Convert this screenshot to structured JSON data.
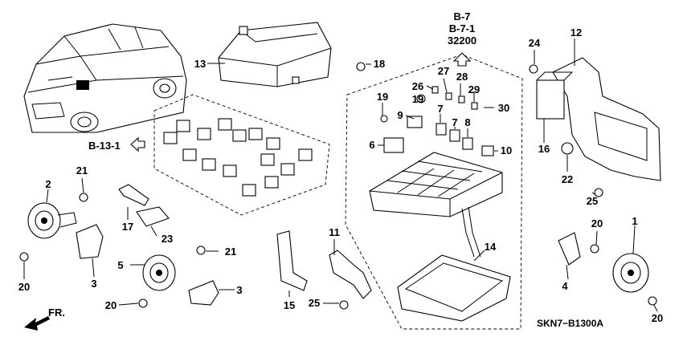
{
  "references": {
    "b7": "B-7",
    "b71": "B-7-1",
    "p32200": "32200",
    "b131": "B-13-1",
    "front": "FR."
  },
  "diagram_code": "SKN7−B1300A",
  "callouts": [
    {
      "id": "c1",
      "text": "1"
    },
    {
      "id": "c2",
      "text": "2"
    },
    {
      "id": "c3a",
      "text": "3"
    },
    {
      "id": "c3b",
      "text": "3"
    },
    {
      "id": "c4",
      "text": "4"
    },
    {
      "id": "c5",
      "text": "5"
    },
    {
      "id": "c6",
      "text": "6"
    },
    {
      "id": "c7a",
      "text": "7"
    },
    {
      "id": "c7b",
      "text": "7"
    },
    {
      "id": "c8",
      "text": "8"
    },
    {
      "id": "c9",
      "text": "9"
    },
    {
      "id": "c10",
      "text": "10"
    },
    {
      "id": "c11",
      "text": "11"
    },
    {
      "id": "c12",
      "text": "12"
    },
    {
      "id": "c13",
      "text": "13"
    },
    {
      "id": "c14",
      "text": "14"
    },
    {
      "id": "c15",
      "text": "15"
    },
    {
      "id": "c16",
      "text": "16"
    },
    {
      "id": "c17",
      "text": "17"
    },
    {
      "id": "c18",
      "text": "18"
    },
    {
      "id": "c19a",
      "text": "19"
    },
    {
      "id": "c19b",
      "text": "19"
    },
    {
      "id": "c20a",
      "text": "20"
    },
    {
      "id": "c20b",
      "text": "20"
    },
    {
      "id": "c20c",
      "text": "20"
    },
    {
      "id": "c20d",
      "text": "20"
    },
    {
      "id": "c21a",
      "text": "21"
    },
    {
      "id": "c21b",
      "text": "21"
    },
    {
      "id": "c22",
      "text": "22"
    },
    {
      "id": "c23",
      "text": "23"
    },
    {
      "id": "c24",
      "text": "24"
    },
    {
      "id": "c25a",
      "text": "25"
    },
    {
      "id": "c25b",
      "text": "25"
    },
    {
      "id": "c26",
      "text": "26"
    },
    {
      "id": "c27",
      "text": "27"
    },
    {
      "id": "c28",
      "text": "28"
    },
    {
      "id": "c29",
      "text": "29"
    },
    {
      "id": "c30",
      "text": "30"
    }
  ]
}
